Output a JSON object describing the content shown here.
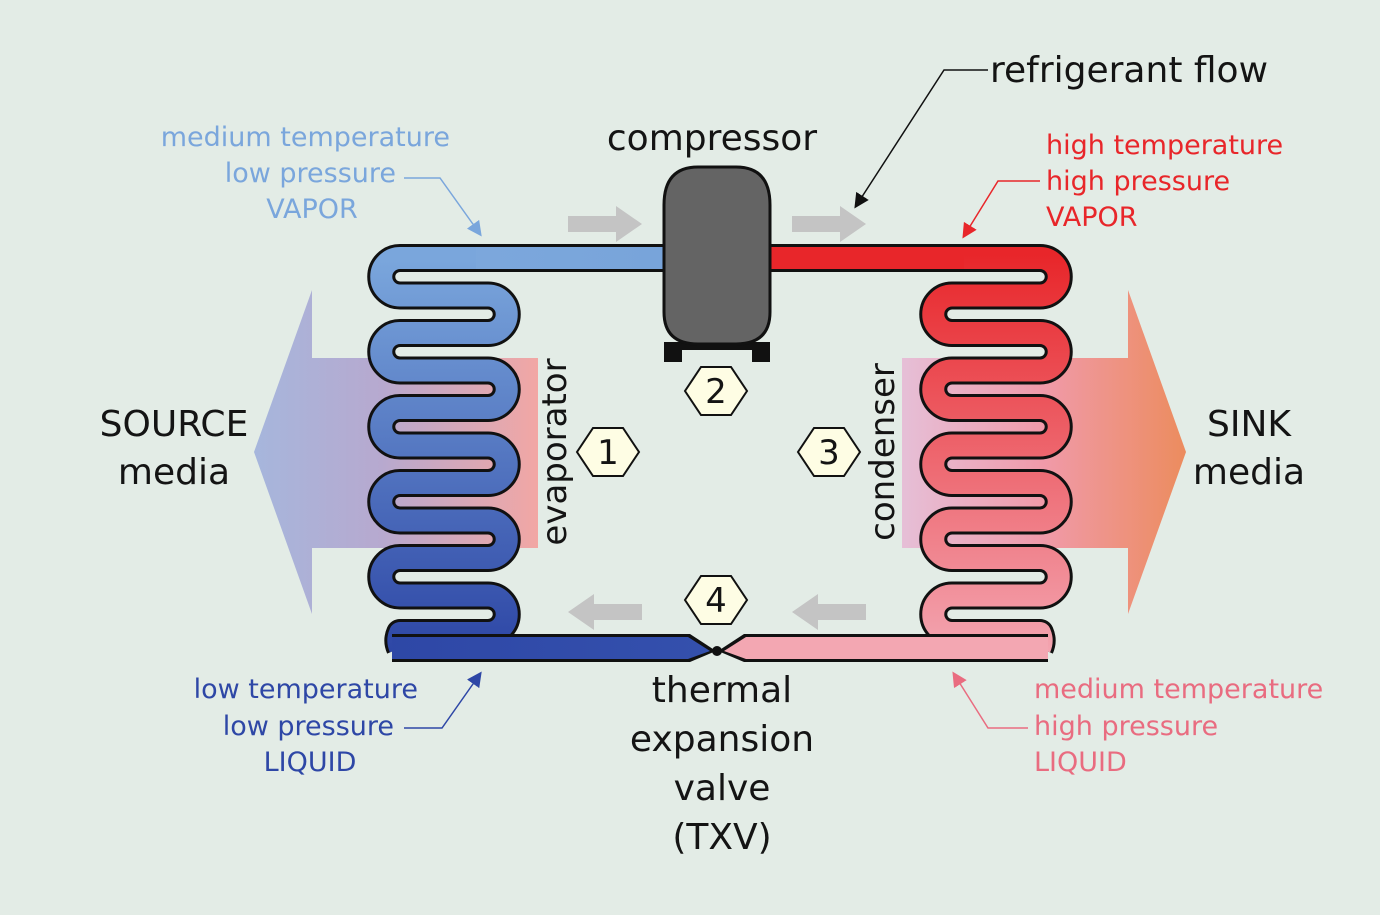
{
  "labels": {
    "refrigerant_flow": "refrigerant flow",
    "compressor": "compressor",
    "evaporator": "evaporator",
    "condenser": "condenser",
    "source_line1": "SOURCE",
    "source_line2": "media",
    "sink_line1": "SINK",
    "sink_line2": "media",
    "txv_line1": "thermal",
    "txv_line2": "expansion",
    "txv_line3": "valve",
    "txv_line4": "(TXV)"
  },
  "states": {
    "evap_out": {
      "line1": "medium temperature",
      "line2": "low pressure",
      "line3": "VAPOR"
    },
    "comp_out": {
      "line1": "high temperature",
      "line2": "high pressure",
      "line3": "VAPOR"
    },
    "evap_in": {
      "line1": "low temperature",
      "line2": "low pressure",
      "line3": "LIQUID"
    },
    "cond_out": {
      "line1": "medium temperature",
      "line2": "high pressure",
      "line3": "LIQUID"
    }
  },
  "steps": {
    "s1": "1",
    "s2": "2",
    "s3": "3",
    "s4": "4"
  },
  "colors": {
    "background": "#e3ece6",
    "medium_blue": "#7aa6dc",
    "dark_blue": "#2e47a6",
    "red": "#e8262a",
    "pink": "#f19aa8",
    "compressor": "#646464",
    "flow_arrow": "#c4c4c4"
  }
}
